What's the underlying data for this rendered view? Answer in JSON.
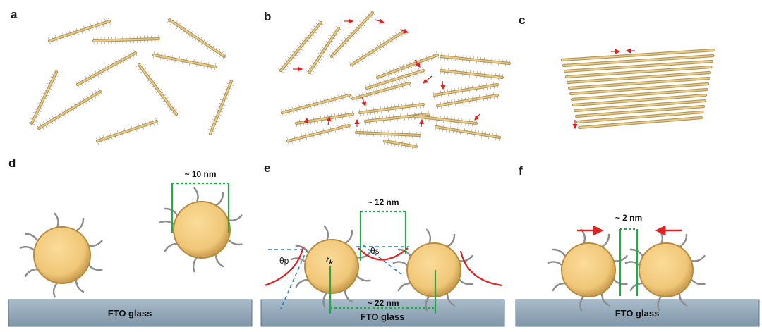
{
  "panels": {
    "a": "a",
    "b": "b",
    "c": "c",
    "d": "d",
    "e": "e",
    "f": "f"
  },
  "labels": {
    "d_gap": "~ 10 nm",
    "e_gap_top": "~ 12 nm",
    "e_gap_bottom": "~ 22 nm",
    "f_gap": "~ 2 nm",
    "theta_p": "θp",
    "theta_s": "θs",
    "r_k": "r",
    "r_k_sub": "k"
  },
  "substrate": {
    "d": "FTO glass",
    "e": "FTO glass",
    "f": "FTO glass"
  },
  "colors": {
    "rod": "#d9bf80",
    "particle": "#f0c878",
    "glass": "#8fa5b7",
    "green_marker": "#22aa44",
    "red_marker": "#e02020",
    "blue_dashed": "#2a7fc0",
    "ligand": "#909090"
  }
}
